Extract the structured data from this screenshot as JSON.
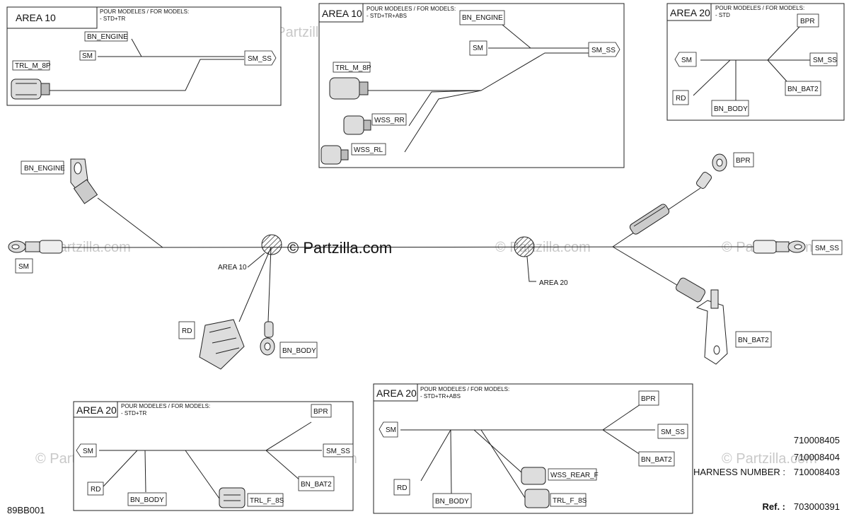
{
  "watermark": {
    "main": "© Partzilla.com",
    "faint": "© Partzilla.com"
  },
  "insets": {
    "top_left": {
      "area": "AREA 10",
      "models_heading": "POUR MODELES / FOR MODELS:",
      "models": "- STD+TR",
      "labels": {
        "bn_engine": "BN_ENGINE",
        "sm": "SM",
        "sm_ss": "SM_SS",
        "trl": "TRL_M_8P"
      }
    },
    "top_center": {
      "area": "AREA 10",
      "models_heading": "POUR MODELES / FOR MODELS:",
      "models": "- STD+TR+ABS",
      "labels": {
        "bn_engine": "BN_ENGINE",
        "sm": "SM",
        "sm_ss": "SM_SS",
        "trl": "TRL_M_8P",
        "wss_rr": "WSS_RR",
        "wss_rl": "WSS_RL"
      }
    },
    "top_right": {
      "area": "AREA 20",
      "models_heading": "POUR MODELES / FOR MODELS:",
      "models": "- STD",
      "labels": {
        "bpr": "BPR",
        "sm": "SM",
        "sm_ss": "SM_SS",
        "rd": "RD",
        "bn_bat2": "BN_BAT2",
        "bn_body": "BN_BODY"
      }
    },
    "bottom_left": {
      "area": "AREA 20",
      "models_heading": "POUR MODELES / FOR MODELS:",
      "models": "- STD+TR",
      "labels": {
        "bpr": "BPR",
        "sm": "SM",
        "sm_ss": "SM_SS",
        "rd": "RD",
        "bn_body": "BN_BODY",
        "bn_bat2": "BN_BAT2",
        "trl": "TRL_F_8S"
      }
    },
    "bottom_center": {
      "area": "AREA 20",
      "models_heading": "POUR MODELES / FOR MODELS:",
      "models": "- STD+TR+ABS",
      "labels": {
        "bpr": "BPR",
        "sm": "SM",
        "sm_ss": "SM_SS",
        "rd": "RD",
        "bn_body": "BN_BODY",
        "bn_bat2": "BN_BAT2",
        "wss": "WSS_REAR_F",
        "trl": "TRL_F_8S"
      }
    }
  },
  "main": {
    "labels": {
      "bn_engine": "BN_ENGINE",
      "sm": "SM",
      "area10": "AREA 10",
      "rd": "RD",
      "bn_body": "BN_BODY",
      "area20": "AREA 20",
      "bpr": "BPR",
      "sm_ss": "SM_SS",
      "bn_bat2": "BN_BAT2"
    }
  },
  "part_numbers": [
    "710008405",
    "710008404"
  ],
  "harness": {
    "label": "HARNESS NUMBER :",
    "number": "710008403"
  },
  "reference": {
    "label": "Ref. :",
    "number": "703000391"
  },
  "figure_id": "89BB001"
}
